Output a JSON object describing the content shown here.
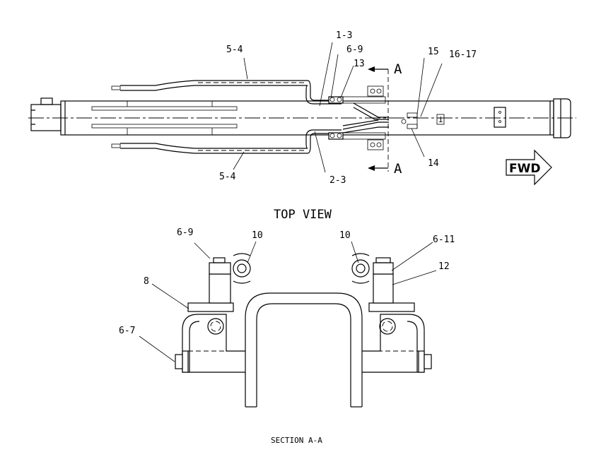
{
  "views": {
    "top_view_title": "TOP VIEW",
    "section_title": "SECTION A-A",
    "section_marker": "A",
    "direction": "FWD"
  },
  "callouts_top": {
    "c_1_3": "1-3",
    "c_6_9": "6-9",
    "c_13": "13",
    "c_5_4_upper": "5-4",
    "c_15": "15",
    "c_16_17": "16-17",
    "c_14": "14",
    "c_2_3": "2-3",
    "c_5_4_lower": "5-4"
  },
  "callouts_section": {
    "c_6_9": "6-9",
    "c_10_left": "10",
    "c_10_right": "10",
    "c_6_11": "6-11",
    "c_12": "12",
    "c_8": "8",
    "c_6_7": "6-7"
  }
}
